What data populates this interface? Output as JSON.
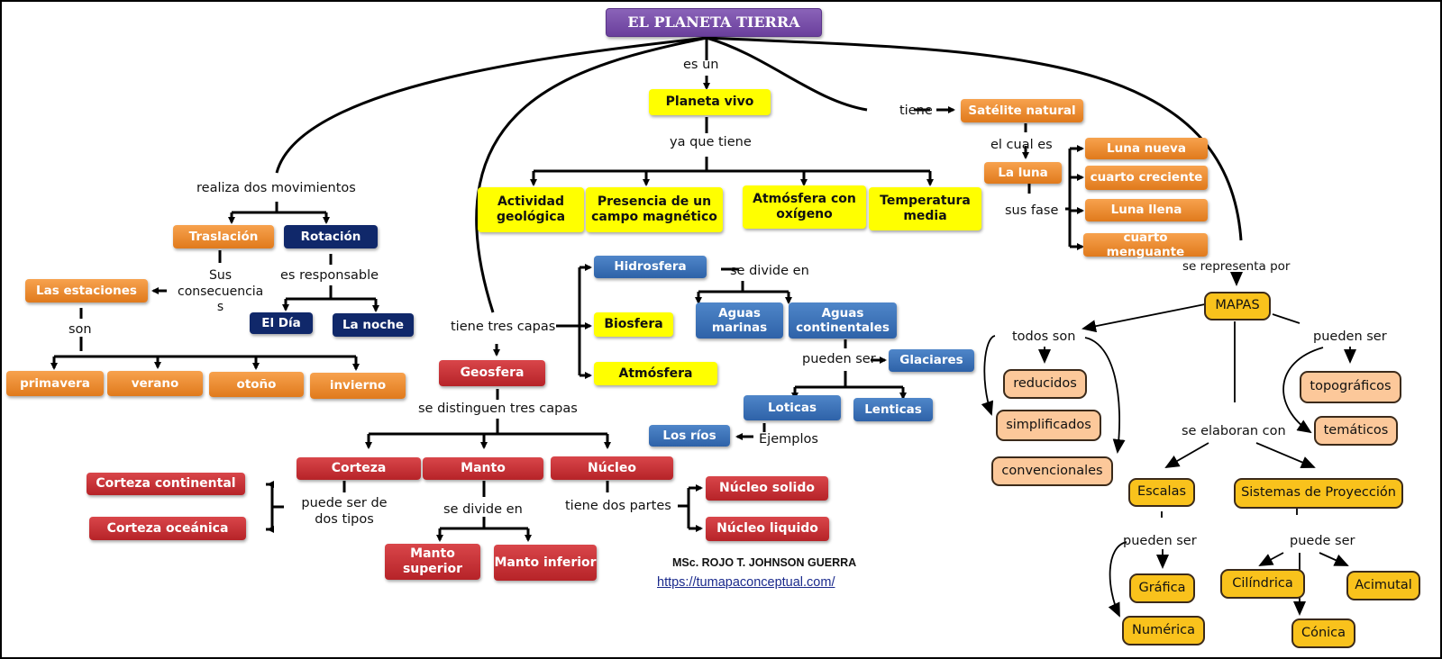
{
  "title": "EL PLANETA TIERRA",
  "colors": {
    "title": "#7a4fae",
    "yellow": "#ffff00",
    "orange": "#e88a2e",
    "navy": "#10286a",
    "blue": "#3a72b8",
    "red": "#c1303a",
    "peach": "#fcc89a",
    "gold": "#f9c21c"
  },
  "planeta_vivo": {
    "link": "es un",
    "node": "Planeta vivo",
    "link2": "ya que tiene",
    "items": [
      "Actividad geológica",
      "Presencia de un campo magnético",
      "Atmósfera con oxígeno",
      "Temperatura media"
    ]
  },
  "movimientos": {
    "link": "realiza dos movimientos",
    "traslacion": "Traslación",
    "rotacion": "Rotación",
    "consecuencias": "Sus consecuencia s",
    "estaciones": "Las estaciones",
    "son": "son",
    "seasons": [
      "primavera",
      "verano",
      "otoño",
      "invierno"
    ],
    "responsable": "es responsable",
    "dia": "El Día",
    "noche": "La noche"
  },
  "capas": {
    "link": "tiene tres capas",
    "hidrosfera": "Hidrosfera",
    "biosfera": "Biosfera",
    "atmosfera": "Atmósfera",
    "geosfera": "Geosfera",
    "divide": "se divide en",
    "aguas_marinas": "Aguas marinas",
    "aguas_continentales": "Aguas continentales",
    "pueden_ser": "pueden ser",
    "glaciares": "Glaciares",
    "loticas": "Loticas",
    "lenticas": "Lenticas",
    "ejemplos": "Ejemplos",
    "rios": "Los ríos",
    "distinguen": "se distinguen tres capas",
    "corteza": "Corteza",
    "manto": "Manto",
    "nucleo": "Núcleo",
    "puede_ser_de": "puede ser de dos tipos",
    "corteza_continental": "Corteza continental",
    "corteza_oceanica": "Corteza oceánica",
    "manto_divide": "se divide en",
    "manto_superior": "Manto superior",
    "manto_inferior": "Manto inferior",
    "dos_partes": "tiene dos partes",
    "nucleo_solido": "Núcleo solido",
    "nucleo_liquido": "Núcleo liquido"
  },
  "satelite": {
    "tiene": "tiene",
    "node": "Satélite natural",
    "cual_es": "el cual es",
    "luna": "La luna",
    "fase": "sus fase",
    "phases": [
      "Luna nueva",
      "cuarto creciente",
      "Luna llena",
      "cuarto menguante"
    ]
  },
  "mapas": {
    "representa": "se representa por",
    "node": "MAPAS",
    "todos_son": "todos son",
    "todos": [
      "reducidos",
      "simplificados",
      "convencionales"
    ],
    "pueden_ser": "pueden ser",
    "tipos": [
      "topográficos",
      "temáticos"
    ],
    "elaboran": "se elaboran con",
    "escalas": "Escalas",
    "proyeccion": "Sistemas de Proyección",
    "escalas_pueden": "pueden ser",
    "escalas_tipos": [
      "Gráfica",
      "Numérica"
    ],
    "proy_puede": "puede ser",
    "proy_tipos": [
      "Cilíndrica",
      "Acimutal",
      "Cónica"
    ]
  },
  "credit": {
    "author": "MSc. ROJO T. JOHNSON GUERRA",
    "url": "https://tumapaconceptual.com/"
  }
}
